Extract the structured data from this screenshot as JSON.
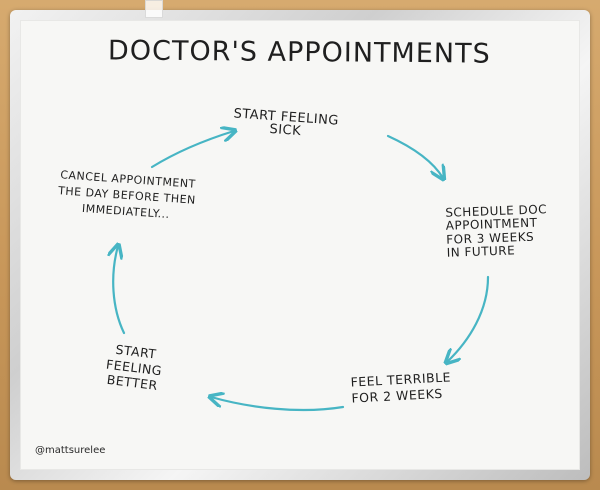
{
  "title": "DOCTOR'S APPOINTMENTS",
  "steps": [
    {
      "lines": [
        "START FEELING",
        "SICK"
      ]
    },
    {
      "lines": [
        "SCHEDULE DOC",
        "APPOINTMENT",
        "FOR 3 WEEKS",
        "IN FUTURE"
      ]
    },
    {
      "lines": [
        "FEEL TERRIBLE",
        "FOR 2 WEEKS"
      ]
    },
    {
      "lines": [
        "START",
        "FEELING",
        "BETTER"
      ]
    },
    {
      "lines": [
        "CANCEL APPOINTMENT",
        "THE DAY BEFORE THEN",
        "IMMEDIATELY..."
      ]
    }
  ],
  "credit": "@mattsurelee",
  "colors": {
    "arrow": "#47b5c4",
    "ink": "#1f1f1f",
    "board": "#f7f7f5",
    "frame": "#d9d9d9",
    "wall": "#c99a5f"
  }
}
